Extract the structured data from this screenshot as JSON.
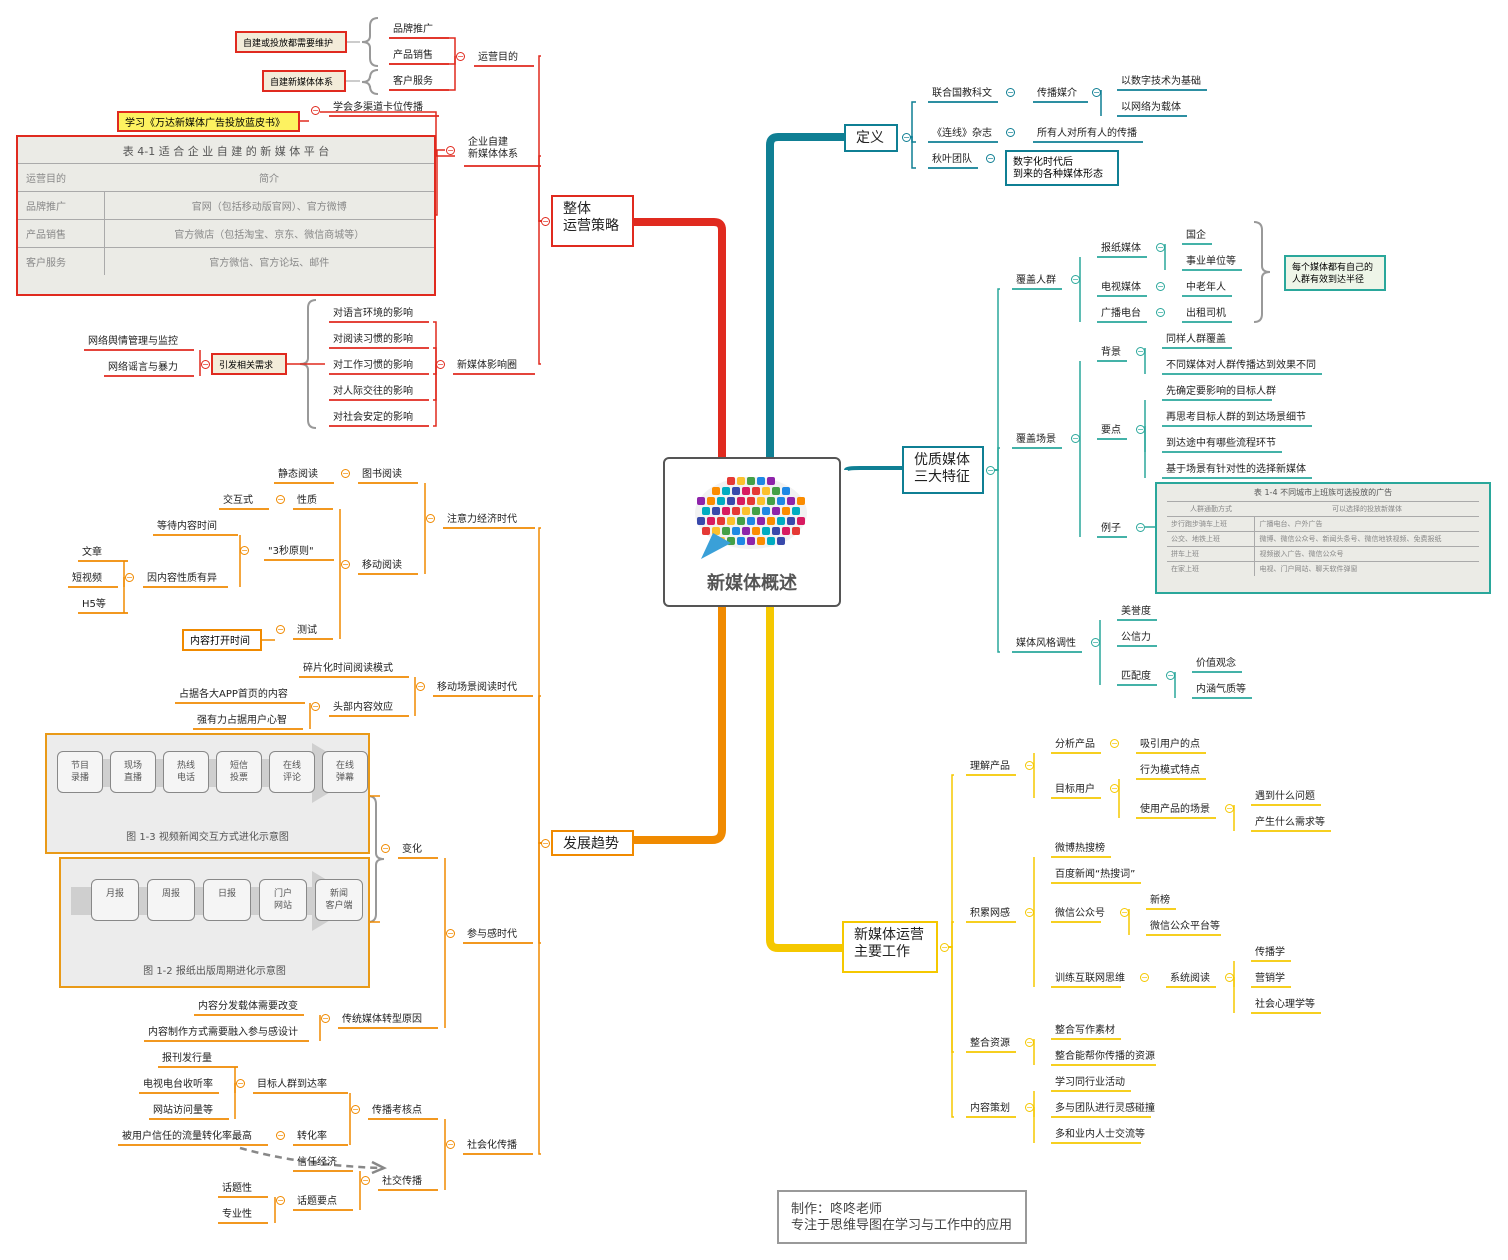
{
  "center": {
    "title": "新媒体概述"
  },
  "credit": {
    "line1": "制作：咚咚老师",
    "line2": "专注于思维导图在学习与工作中的应用"
  },
  "colors": {
    "red": "#e02a1f",
    "orange": "#f08a00",
    "yellow": "#f5c800",
    "teal": "#0f7f94",
    "teal2": "#2aa79b"
  },
  "branches": {
    "strategy": {
      "label": "整体\n运营策略",
      "purpose": {
        "label": "运营目的",
        "items": [
          "品牌推广",
          "产品销售",
          "客户服务"
        ],
        "note1": "自建或投放都需要维护",
        "note2": "自建新媒体体系"
      },
      "multi": {
        "label": "学会多渠道卡位传播",
        "note": "学习《万达新媒体广告投放蓝皮书》"
      },
      "self": {
        "label": "企业自建\n新媒体体系"
      },
      "table": {
        "caption": "表 4-1   适 合 企 业 自 建 的 新 媒 体 平 台",
        "header": [
          "运营目的",
          "简介"
        ],
        "rows": [
          [
            "品牌推广",
            "官网（包括移动版官网）、官方微博"
          ],
          [
            "产品销售",
            "官方微店（包括淘宝、京东、微信商城等）"
          ],
          [
            "客户服务",
            "官方微信、官方论坛、邮件"
          ]
        ]
      },
      "influence": {
        "label": "新媒体影响圈",
        "items": [
          "对语言环境的影响",
          "对阅读习惯的影响",
          "对工作习惯的影响",
          "对人际交往的影响",
          "对社会安定的影响"
        ],
        "needs": "引发相关需求",
        "needs_items": [
          "网络舆情管理与监控",
          "网络谣言与暴力"
        ]
      }
    },
    "trend": {
      "label": "发展趋势",
      "attention": {
        "label": "注意力经济时代",
        "book": "图书阅读",
        "static": "静态阅读",
        "mobile": "移动阅读",
        "nature": "性质",
        "interact": "交互式",
        "rule": "\"3秒原则\"",
        "wait": "等待内容时间",
        "diff": "因内容性质有异",
        "types": [
          "文章",
          "短视频",
          "H5等"
        ],
        "test": "测试",
        "open": "内容打开时间"
      },
      "mobileScene": {
        "label": "移动场景阅读时代",
        "frag": "碎片化时间阅读模式",
        "head": "头部内容效应",
        "head_items": [
          "占据各大APP首页的内容",
          "强有力占据用户心智"
        ]
      },
      "participate": {
        "label": "参与感时代",
        "change": "变化",
        "flow1": {
          "caption": "图 1-3   视频新闻交互方式进化示意图",
          "boxes": [
            "节目\n录播",
            "现场\n直播",
            "热线\n电话",
            "短信\n投票",
            "在线\n评论",
            "在线\n弹幕"
          ]
        },
        "flow2": {
          "caption": "图 1-2   报纸出版周期进化示意图",
          "boxes": [
            "月报",
            "周报",
            "日报",
            "门户\n网站",
            "新闻\n客户端"
          ]
        },
        "reason": "传统媒体转型原因",
        "reason_items": [
          "内容分发载体需要改变",
          "内容制作方式需要融入参与感设计"
        ]
      },
      "social": {
        "label": "社会化传播",
        "assess": "传播考核点",
        "reach": "目标人群到达率",
        "reach_items": [
          "报刊发行量",
          "电视电台收听率",
          "网站访问量等"
        ],
        "conv": "转化率",
        "conv_item": "被用户信任的流量转化率最高",
        "sp": "社交传播",
        "trust": "信任经济",
        "topic": "话题要点",
        "topic_items": [
          "话题性",
          "专业性"
        ]
      }
    },
    "definition": {
      "label": "定义",
      "unesco": "联合国教科文",
      "media": "传播媒介",
      "media_items": [
        "以数字技术为基础",
        "以网络为载体"
      ],
      "wired": "《连线》杂志",
      "wired_item": "所有人对所有人的传播",
      "qiuye": "秋叶团队",
      "qiuye_item": "数字化时代后\n到来的各种媒体形态"
    },
    "quality": {
      "label": "优质媒体\n三大特征",
      "crowd": "覆盖人群",
      "paper": "报纸媒体",
      "paper_items": [
        "国企",
        "事业单位等"
      ],
      "tv": "电视媒体",
      "tv_item": "中老年人",
      "radio": "广播电台",
      "radio_item": "出租司机",
      "note": "每个媒体都有自己的\n人群有效到达半径",
      "scene": "覆盖场景",
      "bg": "背景",
      "bg_items": [
        "同样人群覆盖",
        "不同媒体对人群传播达到效果不同"
      ],
      "key": "要点",
      "key_items": [
        "先确定要影响的目标人群",
        "再思考目标人群的到达场景细节",
        "到达途中有哪些流程环节",
        "基于场景有针对性的选择新媒体"
      ],
      "ex": "例子",
      "extable": {
        "caption": "表 1-4   不同城市上班族可选投放的广告",
        "header": [
          "人群通勤方式",
          "可以选择的投放新媒体"
        ],
        "rows": [
          [
            "步行跑步骑车上班",
            "广播电台、户外广告"
          ],
          [
            "公交、地铁上班",
            "微博、微信公众号、新闻头条号、微信地铁视频、免费报纸"
          ],
          [
            "拼车上班",
            "视频嵌入广告、微信公众号"
          ],
          [
            "在家上班",
            "电视、门户网站、聊天软件弹窗"
          ]
        ]
      },
      "style": "媒体风格调性",
      "style_items": [
        "美誉度",
        "公信力"
      ],
      "match": "匹配度",
      "match_items": [
        "价值观念",
        "内涵气质等"
      ]
    },
    "work": {
      "label": "新媒体运营\n主要工作",
      "understand": "理解产品",
      "analyze": "分析产品",
      "analyze_item": "吸引用户的点",
      "target": "目标用户",
      "behavior": "行为模式特点",
      "usage": "使用产品的场景",
      "usage_items": [
        "遇到什么问题",
        "产生什么需求等"
      ],
      "accum": "积累网感",
      "accum_items": [
        "微博热搜榜",
        "百度新闻“热搜词”"
      ],
      "wechat": "微信公众号",
      "wechat_items": [
        "新榜",
        "微信公众平台等"
      ],
      "train": "训练互联网思维",
      "sys": "系统阅读",
      "sys_items": [
        "传播学",
        "营销学",
        "社会心理学等"
      ],
      "integrate": "整合资源",
      "integrate_items": [
        "整合写作素材",
        "整合能帮你传播的资源"
      ],
      "plan": "内容策划",
      "plan_items": [
        "学习同行业活动",
        "多与团队进行灵感碰撞",
        "多和业内人士交流等"
      ]
    }
  }
}
